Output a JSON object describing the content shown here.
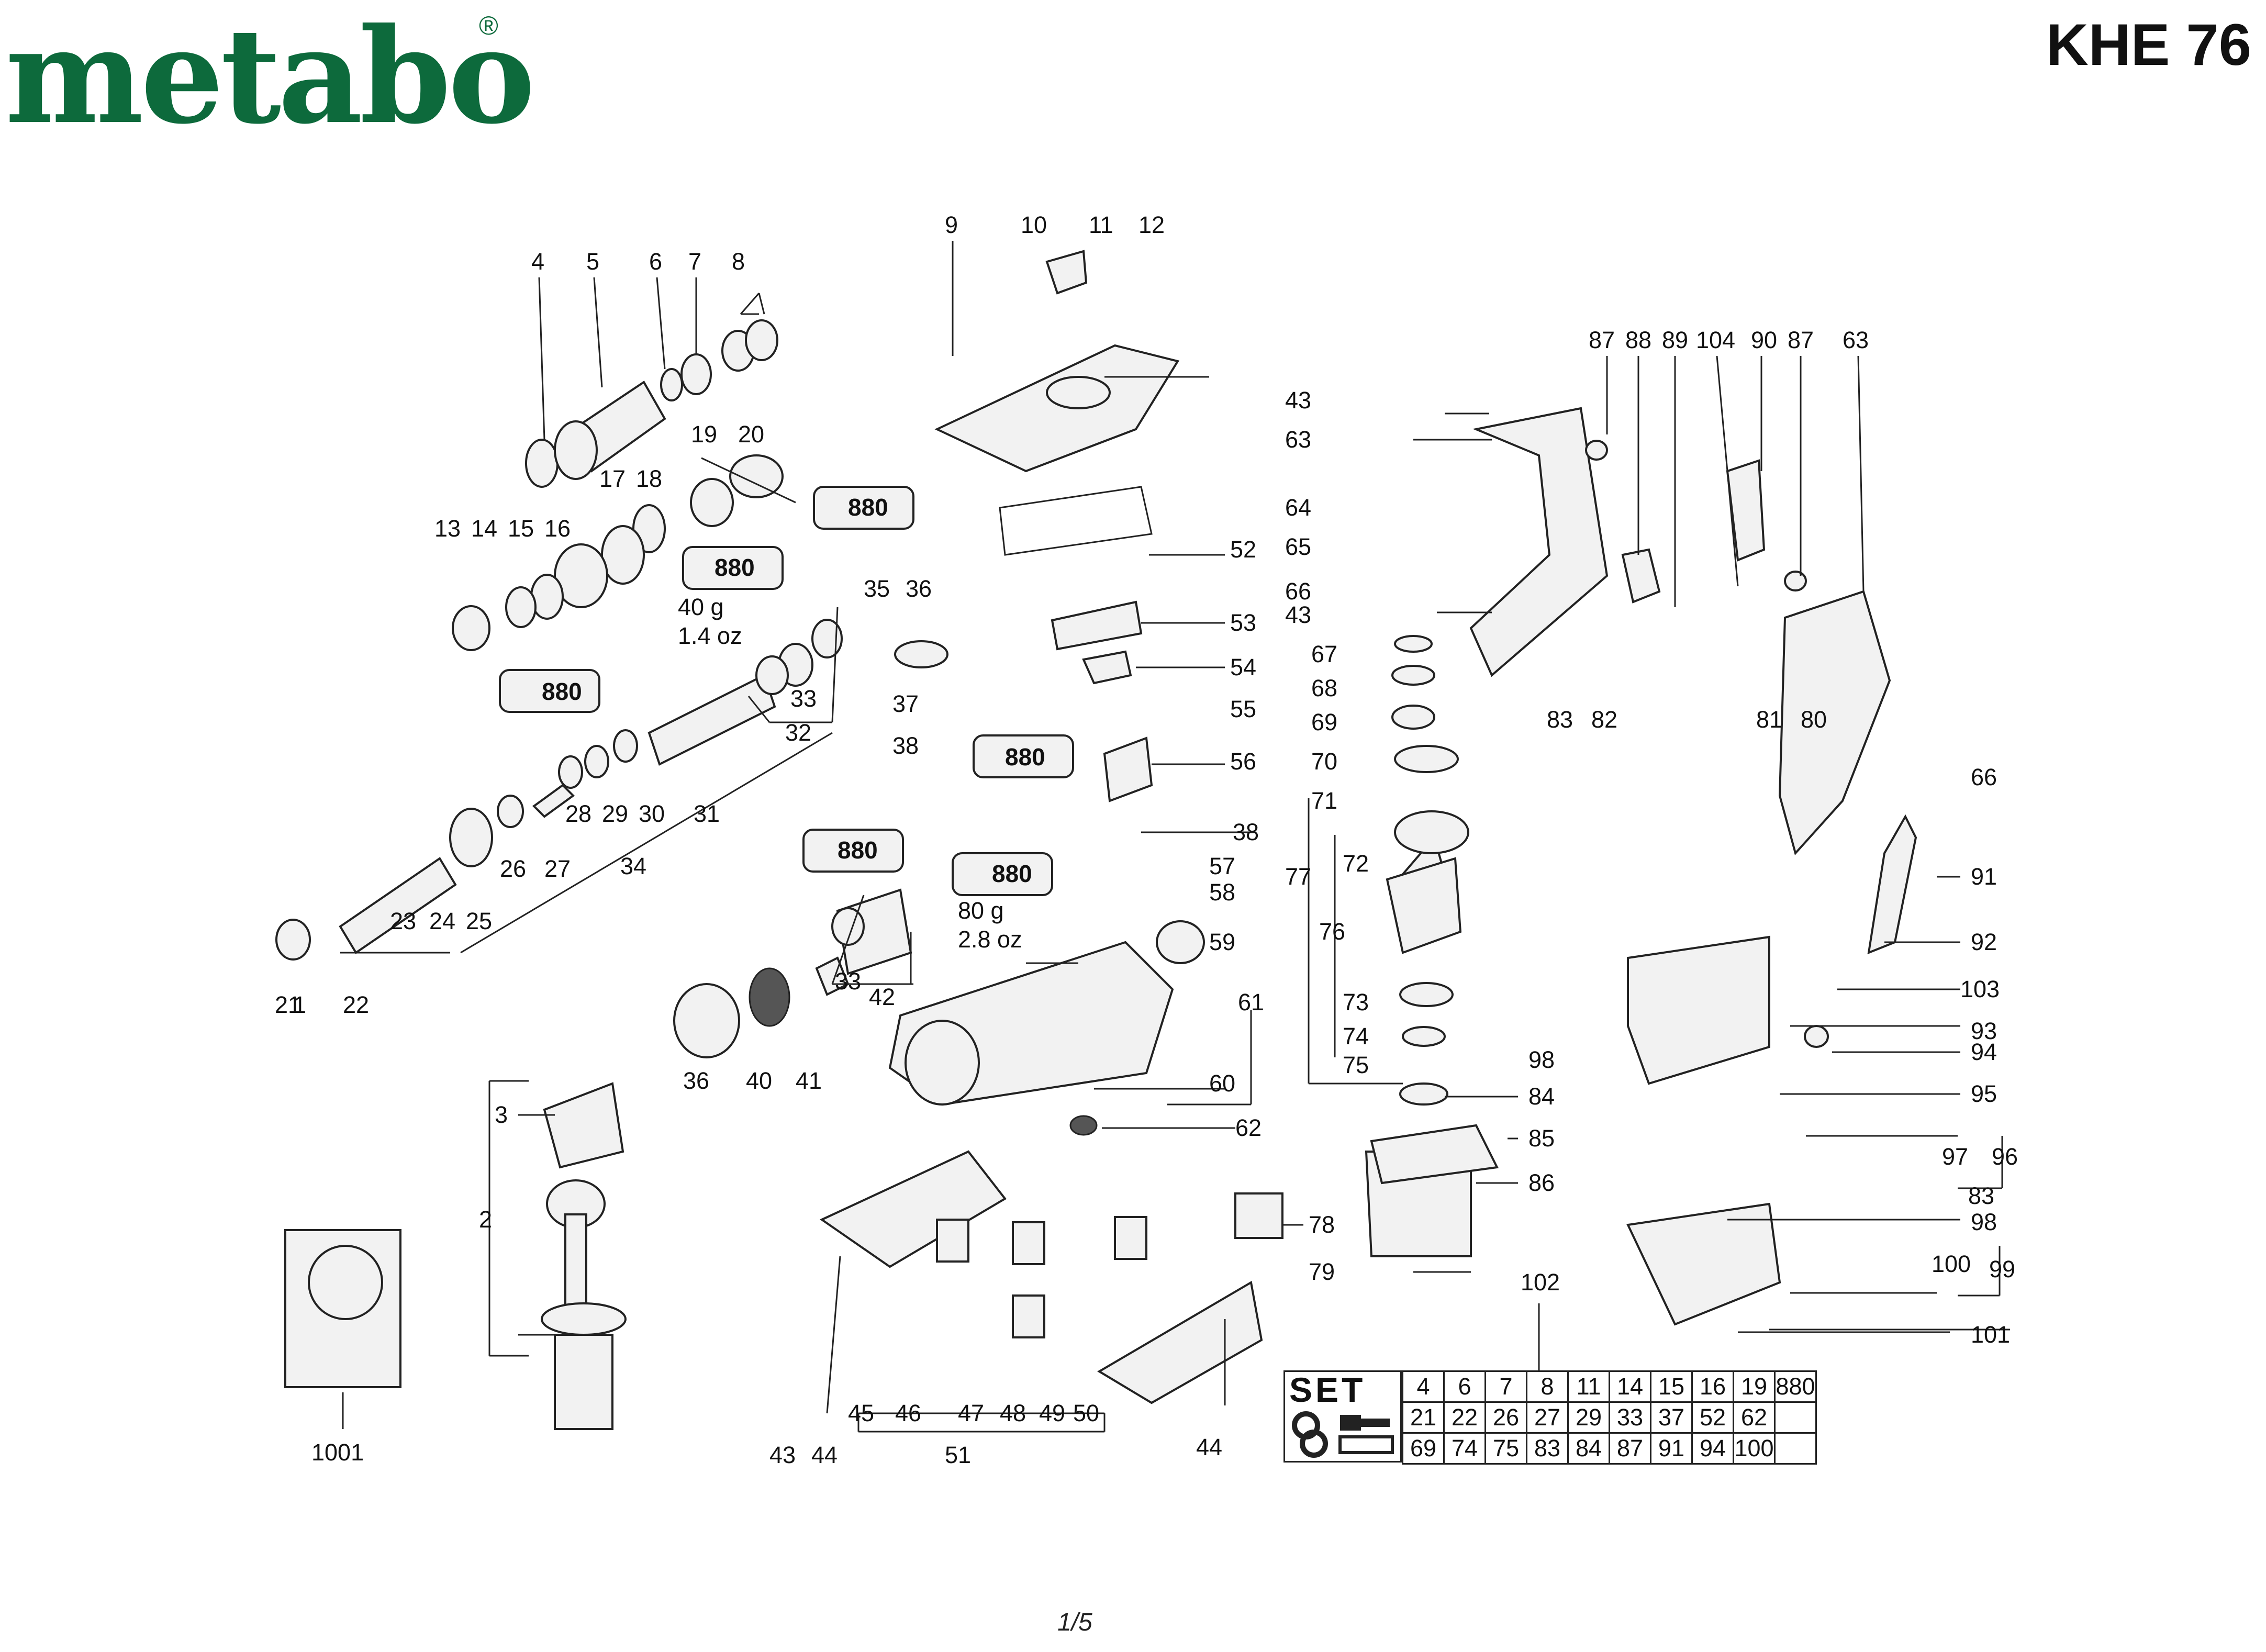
{
  "header": {
    "brand": "metabo",
    "registered": "®",
    "model": "KHE 76"
  },
  "footer": {
    "page": "1/5"
  },
  "grease_tubes": [
    {
      "text": "880"
    },
    {
      "text": "880"
    },
    {
      "text": "880"
    },
    {
      "text": "880"
    },
    {
      "text": "880"
    },
    {
      "text": "880"
    }
  ],
  "quantities": [
    {
      "id": "q40g",
      "text": "40 g"
    },
    {
      "id": "q14oz",
      "text": "1.4 oz"
    },
    {
      "id": "q80g",
      "text": "80 g"
    },
    {
      "id": "q28oz",
      "text": "2.8 oz"
    }
  ],
  "labels": [
    "1",
    "2",
    "3",
    "4",
    "5",
    "6",
    "7",
    "8",
    "9",
    "10",
    "11",
    "12",
    "13",
    "14",
    "15",
    "16",
    "17",
    "18",
    "19",
    "20",
    "21",
    "22",
    "23",
    "24",
    "25",
    "26",
    "27",
    "28",
    "29",
    "30",
    "31",
    "32",
    "33",
    "33",
    "34",
    "35",
    "36",
    "36",
    "37",
    "38",
    "38",
    "40",
    "41",
    "42",
    "43",
    "43",
    "43",
    "44",
    "44",
    "45",
    "46",
    "47",
    "48",
    "49",
    "50",
    "51",
    "52",
    "53",
    "54",
    "55",
    "56",
    "57",
    "58",
    "59",
    "60",
    "61",
    "62",
    "63",
    "63",
    "64",
    "65",
    "66",
    "66",
    "67",
    "68",
    "69",
    "70",
    "71",
    "72",
    "73",
    "74",
    "75",
    "76",
    "77",
    "78",
    "79",
    "80",
    "81",
    "82",
    "83",
    "83",
    "84",
    "85",
    "86",
    "87",
    "87",
    "88",
    "89",
    "90",
    "91",
    "92",
    "93",
    "94",
    "95",
    "96",
    "97",
    "98",
    "98",
    "99",
    "100",
    "101",
    "102",
    "103",
    "104",
    "1001"
  ],
  "set_table": {
    "title": "SET",
    "rows": [
      [
        "4",
        "6",
        "7",
        "8",
        "11",
        "14",
        "15",
        "16",
        "19",
        "880"
      ],
      [
        "21",
        "22",
        "26",
        "27",
        "29",
        "33",
        "37",
        "52",
        "62",
        ""
      ],
      [
        "69",
        "74",
        "75",
        "83",
        "84",
        "87",
        "91",
        "94",
        "100",
        ""
      ]
    ]
  }
}
